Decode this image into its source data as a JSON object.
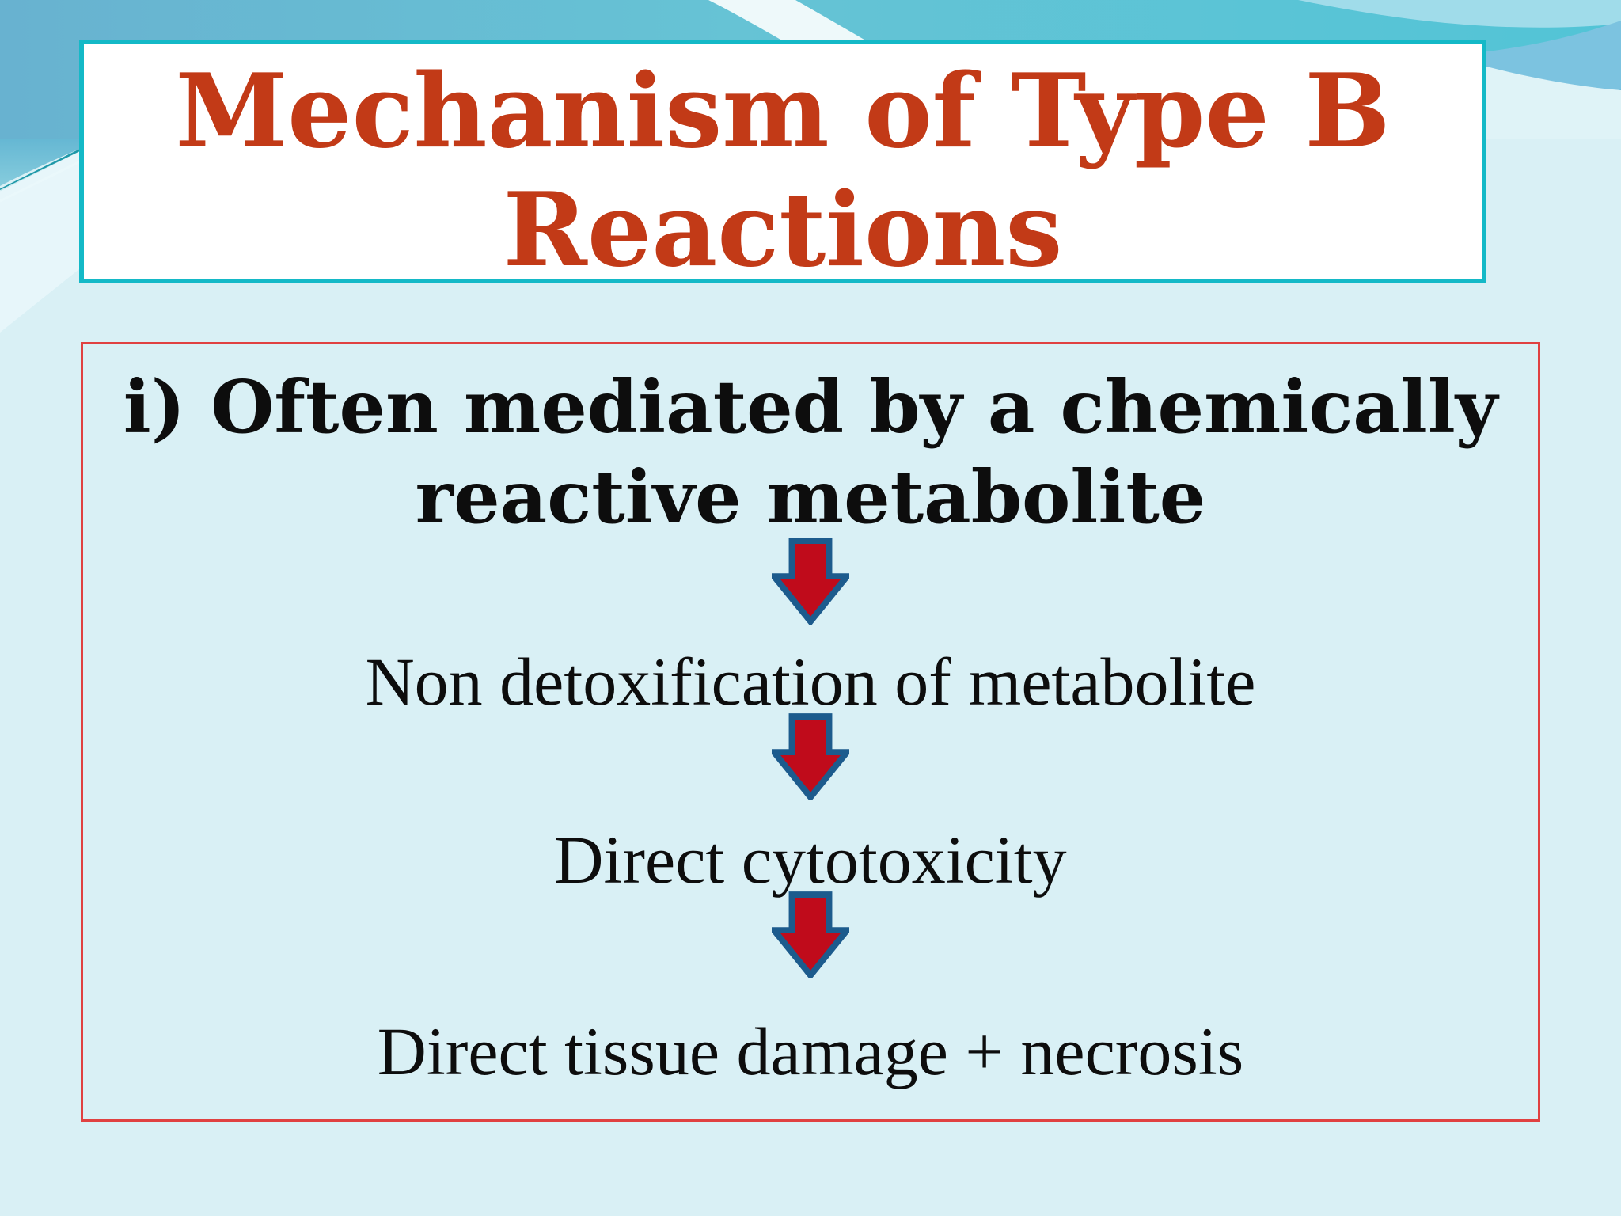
{
  "title": {
    "lines": [
      "Mechanism of Type B",
      "Reactions"
    ]
  },
  "flow": {
    "heading_lines": [
      "i) Often mediated by a chemically",
      "reactive metabolite"
    ],
    "steps": [
      "Non detoxification of metabolite",
      "Direct cytotoxicity",
      "Direct tissue damage + necrosis"
    ],
    "arrow_icon": "down-arrow"
  },
  "colors": {
    "background": "#d9f0f5",
    "title_text": "#c23a17",
    "title_box_border": "#14b9c7",
    "content_box_border": "#e04141",
    "arrow_fill": "#c00b1b",
    "arrow_outline": "#1c5b8d",
    "body_text": "#0d0d0d",
    "wave_blue_left": "#6fb3cf",
    "wave_turquoise_right": "#52c4d6",
    "wave_band_right": "#7cc3e0",
    "wave_swoosh_white": "#eef9fa"
  }
}
